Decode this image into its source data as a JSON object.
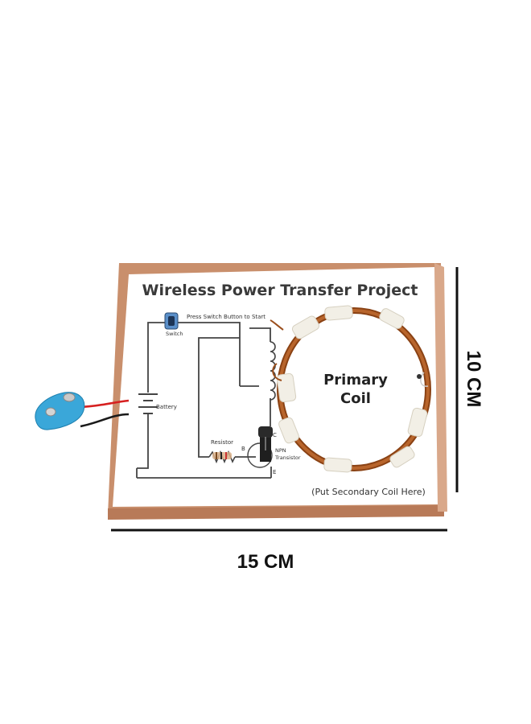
{
  "board": {
    "title": "Wireless Power Transfer Project",
    "switch_instruction": "Press Switch Button to Start",
    "switch_label": "Switch",
    "battery_label": "Battery",
    "resistor_label": "Resistor",
    "base_label": "B",
    "collector_label": "C",
    "emitter_label": "E",
    "transistor_label_line1": "NPN",
    "transistor_label_line2": "Transistor",
    "primary_coil_line1": "Primary",
    "primary_coil_line2": "Coil",
    "secondary_note": "(Put Secondary Coil Here)"
  },
  "dimensions": {
    "height_label": "10 CM",
    "width_label": "15 CM"
  },
  "colors": {
    "board_wood": "#d9a88a",
    "board_face": "#ffffff",
    "copper": "#a0521d",
    "tape": "#f2efe6",
    "clip_blue": "#3aa7d9",
    "wire_red": "#d62020",
    "wire_black": "#1a1a1a",
    "circuit_line": "#444444"
  }
}
